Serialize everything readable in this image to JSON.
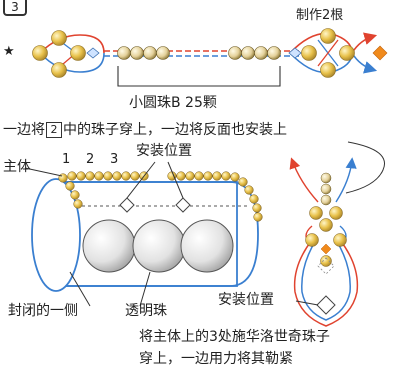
{
  "header": {
    "step_number": "3",
    "make_count": "制作2根"
  },
  "top_diagram": {
    "star": "★",
    "bead_label": "小圆珠B 25颗"
  },
  "instruction_1": {
    "prefix": "一边将",
    "ref_box": "2",
    "suffix": "中的珠子穿上，一边将反面也安装上"
  },
  "main_diagram": {
    "body_label": "主体",
    "numbers": [
      "1",
      "2",
      "3"
    ],
    "install_position": "安装位置",
    "closed_side": "封闭的一侧",
    "clear_bead": "透明珠"
  },
  "right_diagram": {
    "install_position": "安装位置"
  },
  "instruction_2": {
    "line1": "将主体上的3处施华洛世奇珠子",
    "line2": "穿上，一边用力将其勒紧"
  },
  "colors": {
    "blue": "#3a7fd0",
    "red": "#e0432f",
    "gold": "#e8c14a",
    "orange": "#f08a1c",
    "pearl": "#d9d9d9"
  }
}
